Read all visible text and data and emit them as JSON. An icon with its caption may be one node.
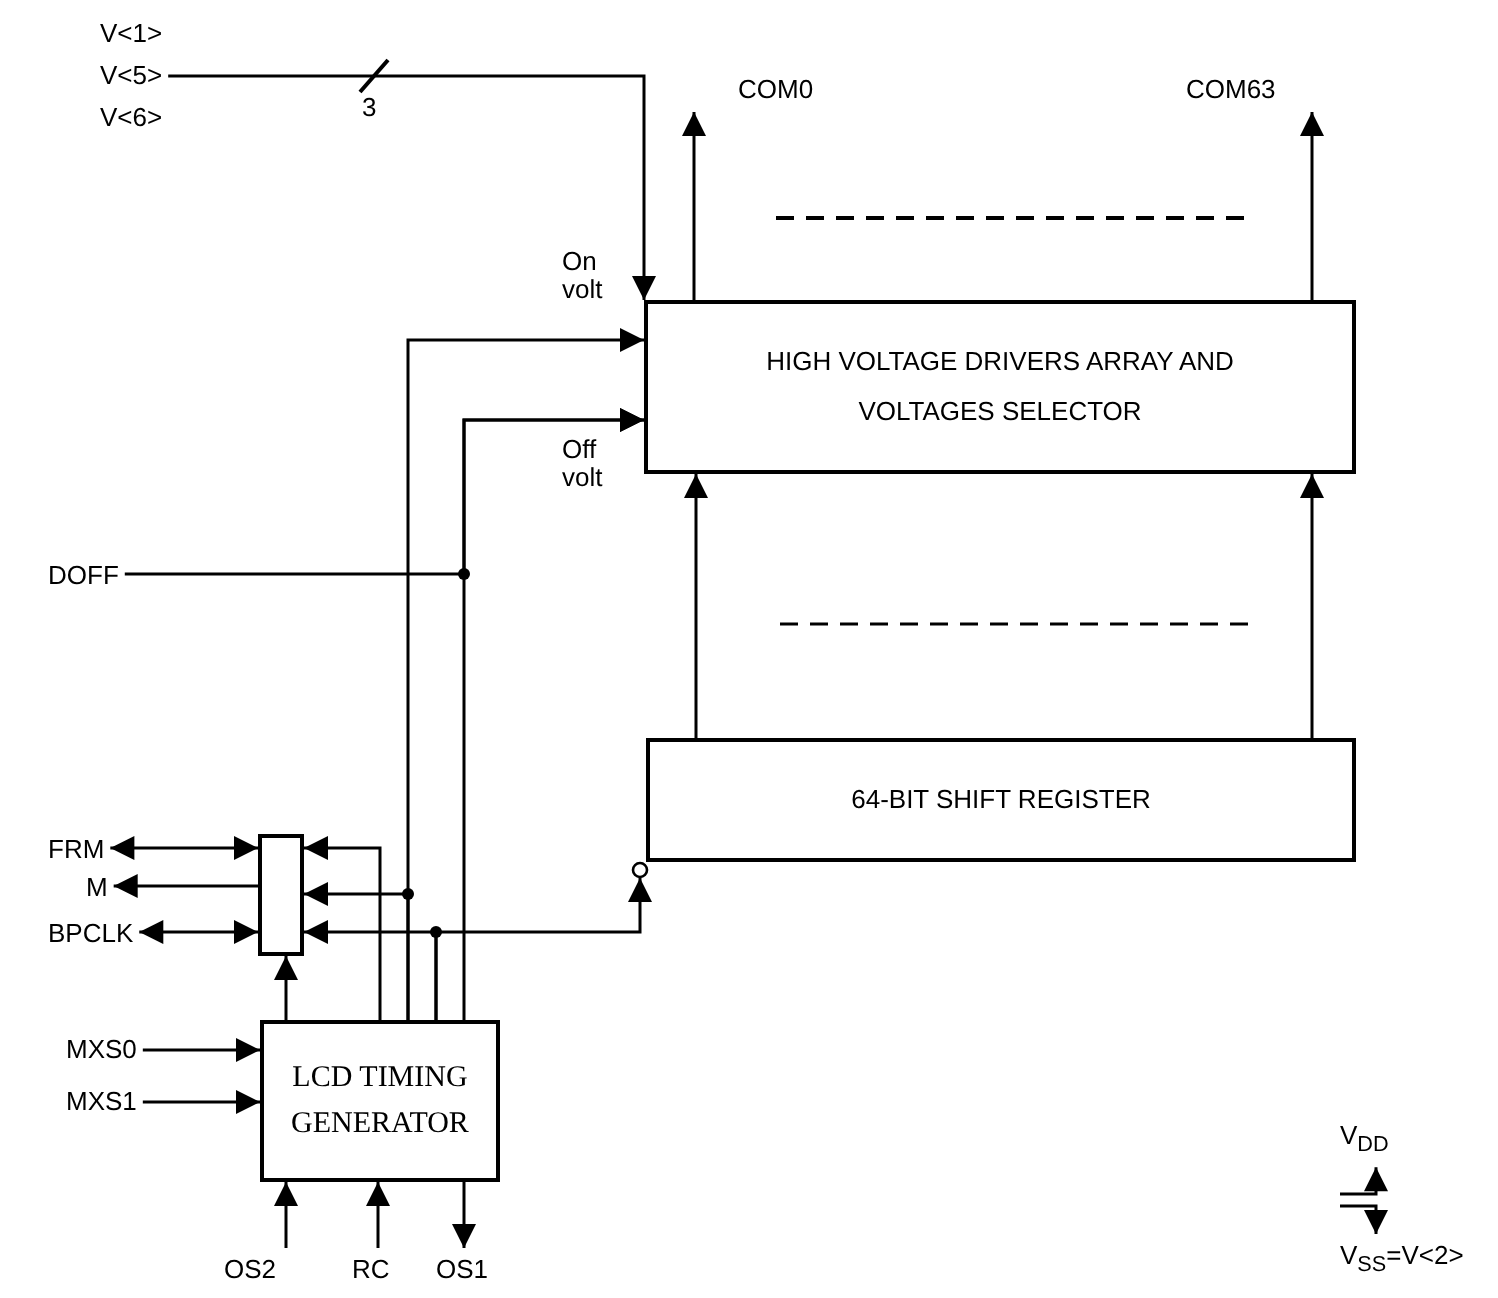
{
  "diagram": {
    "nodes": [
      {
        "text": [
          "HIGH VOLTAGE DRIVERS ARRAY AND VOLTAGES SELECTOR"
        ]
      },
      {
        "text": [
          "64-BIT SHIFT REGISTER"
        ]
      },
      {
        "text": [
          "LCD TIMING GENERATOR"
        ]
      },
      {
        "text": [],
        "shape": "box"
      },
      {
        "text": [
          "V<1> V<5> V<6>"
        ]
      },
      {
        "text": [
          "COM0"
        ]
      },
      {
        "text": [
          "COM63"
        ]
      },
      {
        "text": [
          "DOFF"
        ]
      },
      {
        "text": [
          "FRM"
        ]
      },
      {
        "text": [
          "M"
        ]
      },
      {
        "text": [
          "BPCLK"
        ]
      },
      {
        "text": [
          "MXS0"
        ]
      },
      {
        "text": [
          "MXS1"
        ]
      },
      {
        "text": [
          "OS2"
        ]
      },
      {
        "text": [
          "RC"
        ]
      },
      {
        "text": [
          "OS1"
        ]
      },
      {
        "text": [
          "V$_{DD}$"
        ]
      },
      {
        "text": [
          "V$_{SS}$=V<2>"
        ]
      }
    ],
    "edges": [
      {
        "from": 4,
        "to": 0,
        "arrow": "to",
        "label": "3"
      },
      {
        "from": 0,
        "to": 5,
        "arrow": "to"
      },
      {
        "from": 0,
        "to": 6,
        "arrow": "to"
      },
      {
        "from": 1,
        "to": 0,
        "arrow": "to"
      },
      {
        "from": 1,
        "to": 0,
        "arrow": "to"
      },
      {
        "from": 2,
        "to": 0,
        "arrow": "to"
      },
      {
        "from": 2,
        "to": 0,
        "arrow": "to"
      },
      {
        "from": 7,
        "to": 0,
        "arrow": "to"
      },
      {
        "from": 2,
        "to": 3,
        "arrow": "to"
      },
      {
        "from": 2,
        "to": 3,
        "arrow": "to"
      },
      {
        "from": 2,
        "to": 3,
        "arrow": "to"
      },
      {
        "from": 2,
        "to": 3,
        "arrow": "to"
      },
      {
        "from": 2,
        "to": 1,
        "arrow": "to"
      },
      {
        "from": 3,
        "to": 8,
        "arrow": "both"
      },
      {
        "from": 3,
        "to": 9,
        "arrow": "to"
      },
      {
        "from": 3,
        "to": 10,
        "arrow": "both"
      },
      {
        "from": 11,
        "to": 2,
        "arrow": "to"
      },
      {
        "from": 12,
        "to": 2,
        "arrow": "to"
      },
      {
        "from": 13,
        "to": 2,
        "arrow": "to"
      },
      {
        "from": 14,
        "to": 2,
        "arrow": "to"
      },
      {
        "from": 2,
        "to": 15,
        "arrow": "to"
      },
      {
        "from": null,
        "to": 16,
        "arrow": "to"
      },
      {
        "from": null,
        "to": 17,
        "arrow": "to"
      }
    ],
    "labels": [
      "On volt",
      "Off volt"
    ]
  }
}
